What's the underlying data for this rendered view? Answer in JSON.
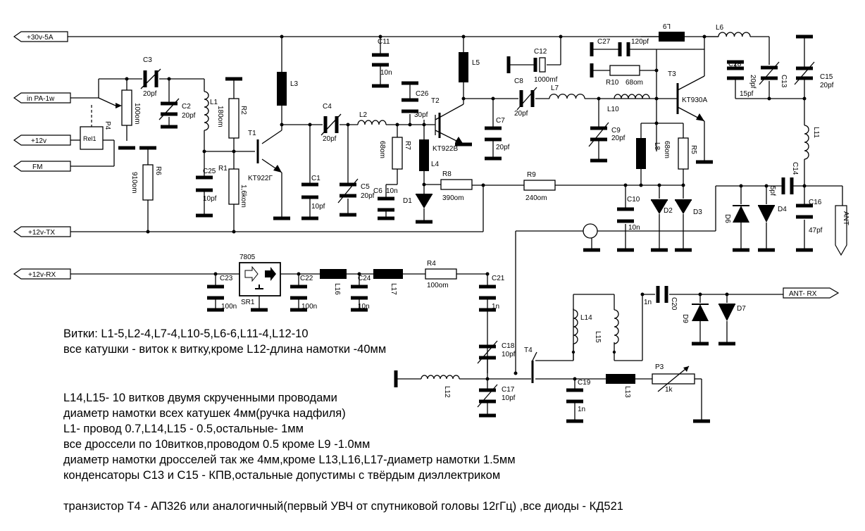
{
  "ports": {
    "p30v": "+30v-5A",
    "pin": "in PA-1w",
    "p12v": "+12v",
    "fm": "FM",
    "p12vtx": "+12v-TX",
    "p12vrx": "+12v-RX",
    "antrx": "ANT- RX",
    "ant": "ANT"
  },
  "labels": {
    "c3": "C3",
    "c3v": "20pf",
    "p4": "P4",
    "p4v": "100om",
    "c2": "C2",
    "c2v": "20pf",
    "l1": "L1",
    "rel1": "Rel1",
    "r6": "R6",
    "r6v": "910om",
    "r2": "R2",
    "r2v": "180om",
    "r1": "R1",
    "r1v": "1,6kom",
    "c25": "C25",
    "c25v": "10pf",
    "t1": "T1",
    "t1t": "KT922Г",
    "l3": "L3",
    "c11": "C11",
    "c11v": "10n",
    "c4": "C4",
    "c4v": "20pf",
    "l2": "L2",
    "c1": "C1",
    "c1v": "10pf",
    "c5": "C5",
    "c5v": "20pf",
    "r7": "R7",
    "r7v": "68om",
    "c6": "C6",
    "c6v": "10n",
    "c26": "C26",
    "c26v": "30pf",
    "t2": "T2",
    "t2t": "KT922B",
    "l4": "L4",
    "d1": "D1",
    "r8": "R8",
    "r8v": "390om",
    "l5": "L5",
    "c7": "C7",
    "c7v": "20pf",
    "c8": "C8",
    "c8v": "20pf",
    "c12": "C12",
    "c12v": "1000mf",
    "l7": "L7",
    "r9": "R9",
    "r9v": "240om",
    "l9": "L9",
    "c27": "C27",
    "c27v": "120pf",
    "r10": "R10",
    "r10v": "68om",
    "t3": "T3",
    "t3t": "KT930A",
    "l10": "L10",
    "c9": "C9",
    "c9v": "20pf",
    "l8": "L8",
    "r5": "R5",
    "r5v": "68om",
    "c10": "C10",
    "c10v": "10n",
    "d2": "D2",
    "d3": "D3",
    "l6": "L6",
    "c28": "C28",
    "c28v": "15pf",
    "c13": "C13",
    "c13v": "20pf",
    "c15": "C15",
    "c15v": "20pf",
    "l11": "L11",
    "c14": "C14",
    "c14v": "5pf",
    "d6": "D6",
    "d4": "D4",
    "c16": "C16",
    "c16v": "47pf",
    "sr1": "SR1",
    "u7805": "7805",
    "c23": "C23",
    "c23v": "100n",
    "c22": "C22",
    "c22v": "100n",
    "l16": "L16",
    "c24": "C24",
    "c24v": "10n",
    "l17": "L17",
    "r4": "R4",
    "r4v": "100om",
    "c21": "C21",
    "c21v": "1n",
    "l14": "L14",
    "l15": "L15",
    "c20v": "1n",
    "c20": "C20",
    "d9": "D9",
    "d7": "D7",
    "c18": "C18",
    "c18v": "10pf",
    "t4": "T4",
    "l12": "L12",
    "c17": "C17",
    "c17v": "10pf",
    "c19": "C19",
    "c19v": "1n",
    "l13": "L13",
    "p3": "P3",
    "p3v": "1k"
  },
  "notes": {
    "turns": "Витки: L1-5,L2-4,L7-4,L10-5,L6-6,L11-4,L12-10",
    "winding": "все катушки - виток к витку,кроме L12-длина намотки -40мм",
    "l14l15": "L14,L15- 10 витков двумя скрученными проводами",
    "diameter": "диаметр намотки всех катушек 4мм(ручка надфиля)",
    "wire": "L1- провод 0.7,L14,L15 - 0.5,остальные- 1мм",
    "chokes": "все дроссели по 10витков,проводом 0.5 кроме L9 -1.0мм",
    "choke_diam": "диаметр намотки дросселей так же 4мм,кроме L13,L16,L17-диаметр намотки 1.5мм",
    "caps": "конденсаторы C13 и C15 - КПВ,остальные допустимы с твёрдым диэллектриком",
    "transistor": "транзистор T4 - АП326 или аналогичный(первый УВЧ от спутниковой головы 12гГц) ,все диоды - КД521"
  }
}
